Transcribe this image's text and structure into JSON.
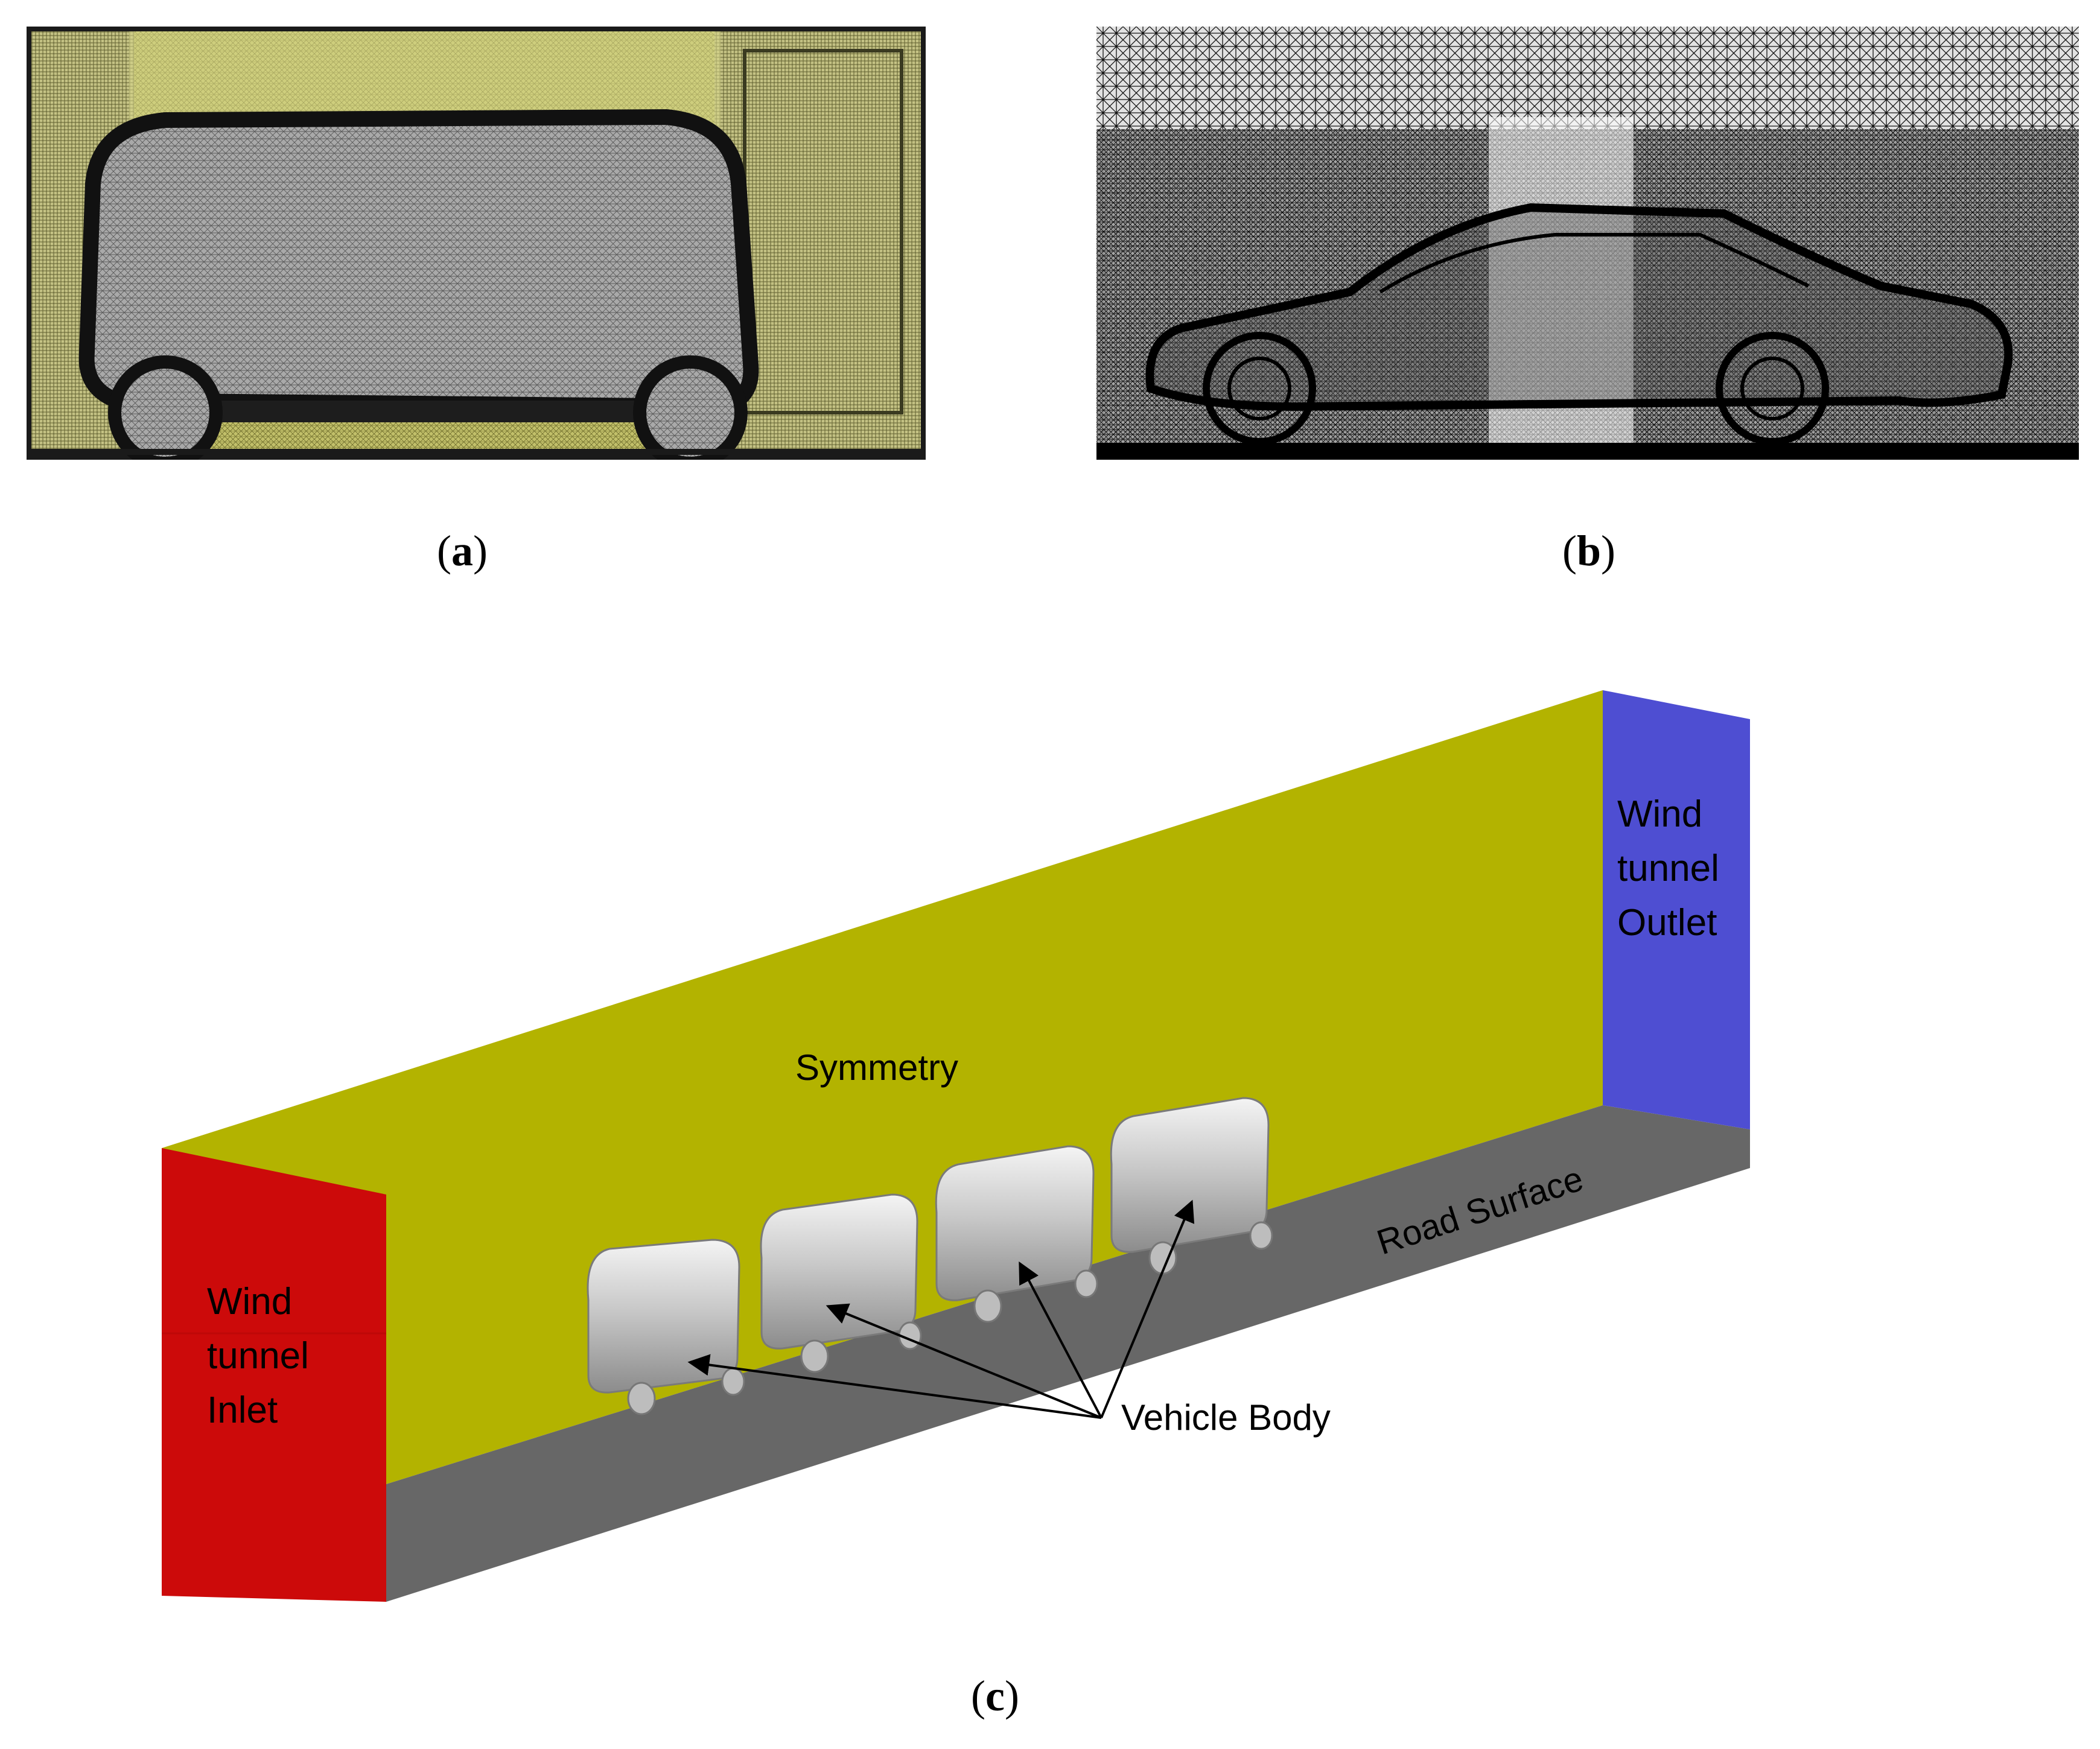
{
  "captions": {
    "a_open": "(",
    "a_letter": "a",
    "a_close": ")",
    "b_open": "(",
    "b_letter": "b",
    "b_close": ")",
    "c_open": "(",
    "c_letter": "c",
    "c_close": ")"
  },
  "domain_labels": {
    "symmetry": "Symmetry",
    "road_surface": "Road Surface",
    "vehicle_body": "Vehicle Body",
    "inlet_line1": "Wind",
    "inlet_line2": "tunnel",
    "inlet_line3": "Inlet",
    "outlet_line1": "Wind",
    "outlet_line2": "tunnel",
    "outlet_line3": "Outlet"
  },
  "colors": {
    "mesh_yellow_bg": "#b9b65a",
    "mesh_body_grey": "#9a9a9a",
    "mesh_dark": "#1a1a1a",
    "symmetry_yellow": "#b3b300",
    "road_grey": "#676767",
    "inlet_red": "#cc0a0a",
    "outlet_blue": "#4e4ed2",
    "vehicle_silver": "#c9c9c9"
  }
}
